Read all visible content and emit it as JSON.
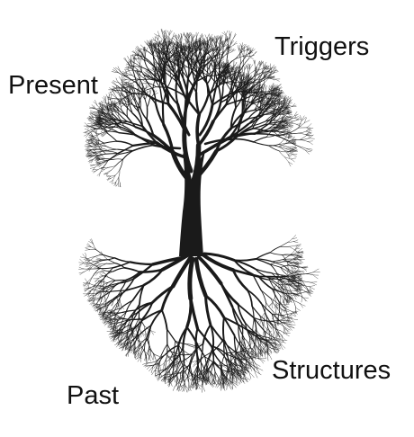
{
  "labels": {
    "triggers": "Triggers",
    "present": "Present",
    "structures": "Structures",
    "past": "Past"
  },
  "illustration": {
    "subject": "tree-with-roots",
    "ink_color": "#1a1a1a",
    "background_color": "#ffffff"
  }
}
